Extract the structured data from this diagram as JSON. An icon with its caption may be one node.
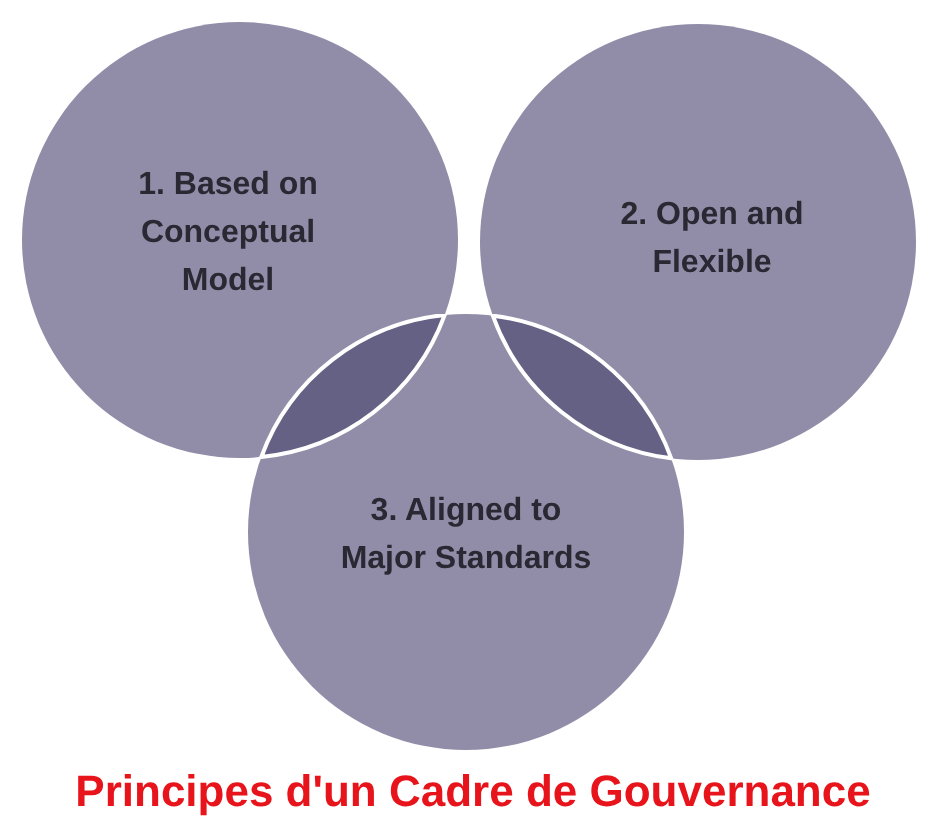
{
  "diagram": {
    "caption": "Principes d'un Cadre de Gouvernance",
    "nodes": [
      {
        "text": [
          "1. Based on Conceptual Model"
        ]
      },
      {
        "text": [
          "2. Open and Flexible"
        ]
      },
      {
        "text": [
          "3. Aligned to Major Standards"
        ]
      }
    ]
  }
}
